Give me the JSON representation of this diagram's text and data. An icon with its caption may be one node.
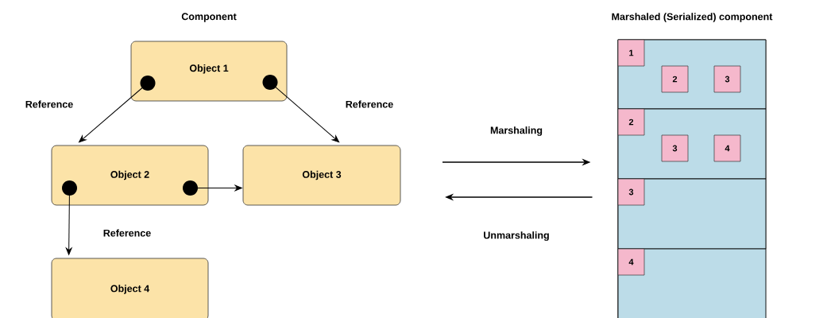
{
  "diagram": {
    "nodes": [
      {
        "text": [
          "Object 1"
        ]
      },
      {
        "text": [
          "Object 2"
        ]
      },
      {
        "text": [
          "Object 3"
        ]
      },
      {
        "text": [
          "Object 4"
        ]
      },
      {
        "text": [
          "Marshaled (Serialized) component"
        ]
      },
      {
        "text": [],
        "shape": "box",
        "in": 4
      },
      {
        "text": [
          "1"
        ],
        "in": 5
      },
      {
        "text": [
          "2"
        ],
        "in": 5
      },
      {
        "text": [
          "3"
        ],
        "in": 5
      },
      {
        "text": [],
        "shape": "box",
        "in": 4
      },
      {
        "text": [
          "2"
        ],
        "in": 9
      },
      {
        "text": [
          "3"
        ],
        "in": 9
      },
      {
        "text": [
          "4"
        ],
        "in": 9
      },
      {
        "text": [],
        "shape": "box",
        "in": 4
      },
      {
        "text": [
          "3"
        ],
        "in": 13
      },
      {
        "text": [],
        "shape": "box",
        "in": 4
      },
      {
        "text": [
          "4"
        ],
        "in": 15
      }
    ],
    "edges": [
      {
        "from": 0,
        "to": 1,
        "arrow": "to",
        "label": "Reference"
      },
      {
        "from": 0,
        "to": 2,
        "arrow": "to",
        "label": "Reference"
      },
      {
        "from": 1,
        "to": 2,
        "arrow": "to"
      },
      {
        "from": 1,
        "to": 3,
        "arrow": "to",
        "label": "Reference"
      },
      {
        "from": null,
        "to": 4,
        "arrow": "to",
        "label": "Marshaling"
      },
      {
        "from": 4,
        "to": null,
        "arrow": "to",
        "label": "Unmarshaling"
      }
    ],
    "labels": [
      "Component"
    ]
  }
}
